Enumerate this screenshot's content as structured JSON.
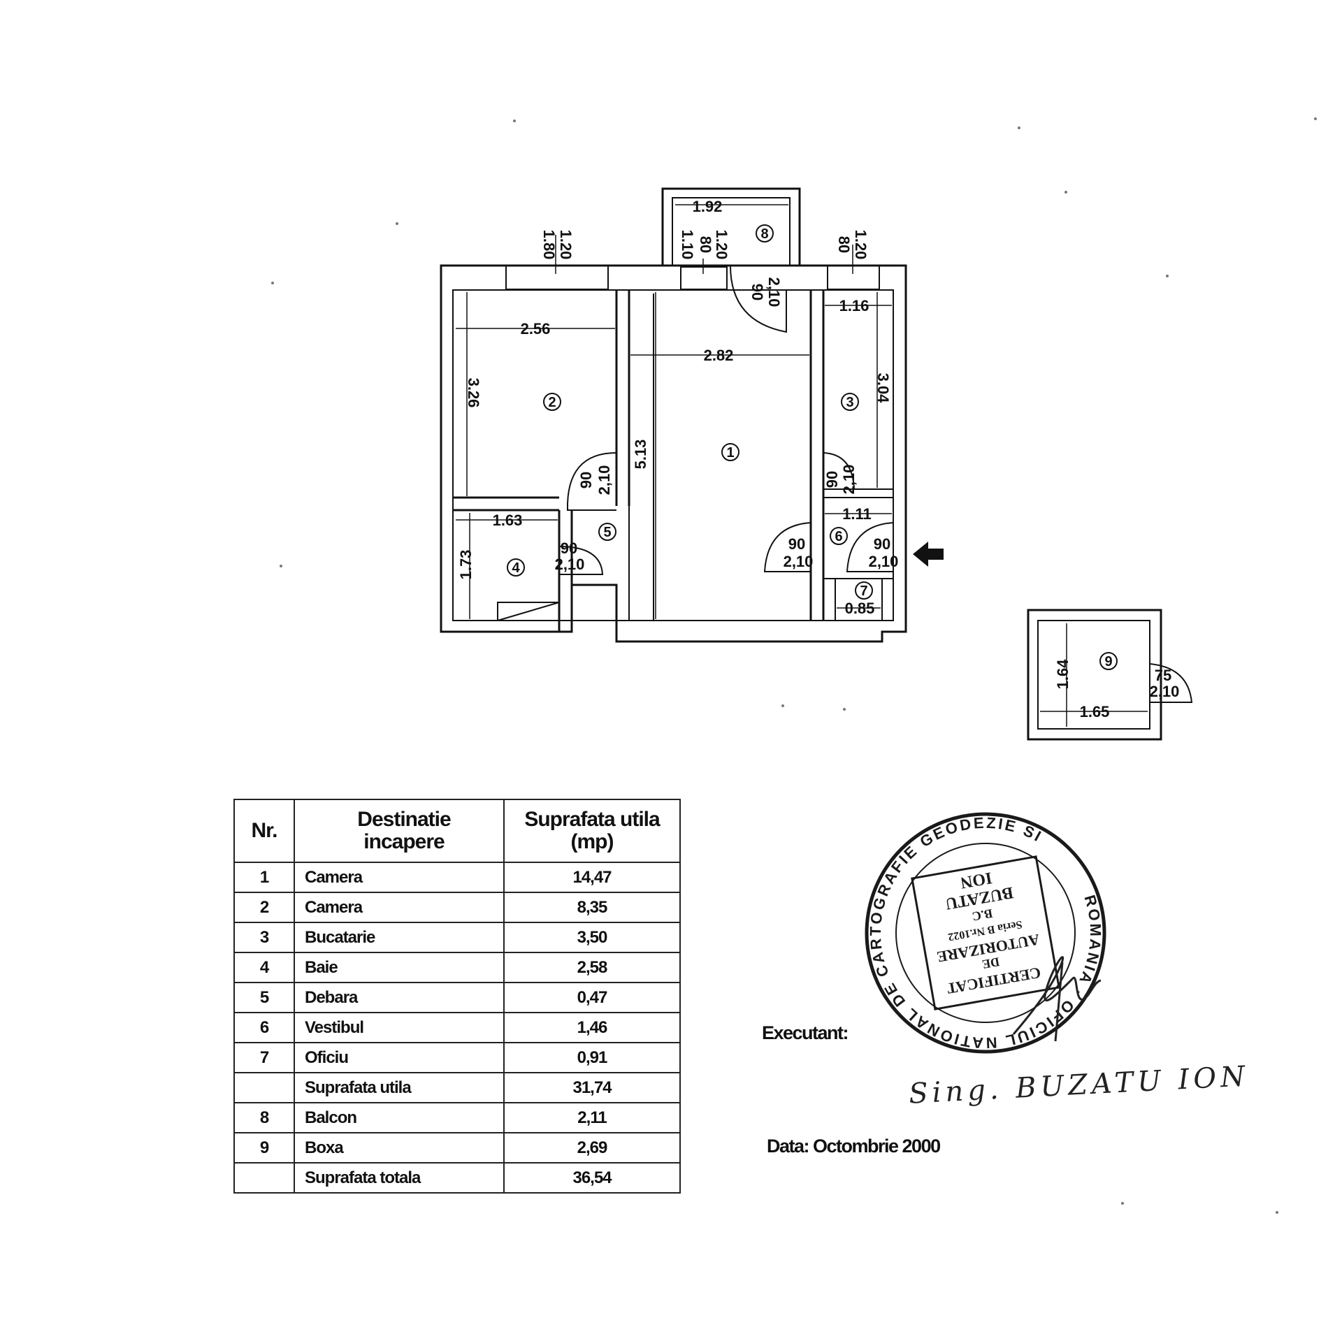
{
  "floor_plan": {
    "dimensions": {
      "balcony_width": "1.92",
      "balcony_depth": "1.10",
      "balcony_door_w": "80",
      "balcony_door_h": "1.20",
      "balcony_swing_w": "90",
      "balcony_swing_h": "2,10",
      "window_left_w": "1.80",
      "window_left_h": "1.20",
      "window_right_w": "80",
      "window_right_h": "1.20",
      "room2_width": "2.56",
      "room2_depth": "3.26",
      "room1_width": "2.82",
      "room1_depth": "5.13",
      "room3_width": "1.16",
      "room3_depth": "3.04",
      "room4_width": "1.63",
      "room4_depth": "1.73",
      "room6_width": "1.11",
      "room7_width": "0.85",
      "room9_depth": "1.64",
      "room9_width": "1.65"
    },
    "doors": {
      "door_room2_w": "90",
      "door_room2_h": "2,10",
      "door_room3_w": "90",
      "door_room3_h": "2,10",
      "door_room4_w": "90",
      "door_room4_h": "2,10",
      "door_room1_w": "90",
      "door_room1_h": "2,10",
      "door_entry_w": "90",
      "door_entry_h": "2,10",
      "door_room9_w": "75",
      "door_room9_h": "2,10"
    },
    "room_markers": [
      "1",
      "2",
      "3",
      "4",
      "5",
      "6",
      "7",
      "8",
      "9"
    ]
  },
  "table": {
    "header": {
      "nr": "Nr.",
      "dest_line1": "Destinatie",
      "dest_line2": "incapere",
      "area_line1": "Suprafata utila",
      "area_line2": "(mp)"
    },
    "rows": [
      {
        "nr": "1",
        "dest": "Camera",
        "area": "14,47"
      },
      {
        "nr": "2",
        "dest": "Camera",
        "area": "8,35"
      },
      {
        "nr": "3",
        "dest": "Bucatarie",
        "area": "3,50"
      },
      {
        "nr": "4",
        "dest": "Baie",
        "area": "2,58"
      },
      {
        "nr": "5",
        "dest": "Debara",
        "area": "0,47"
      },
      {
        "nr": "6",
        "dest": "Vestibul",
        "area": "1,46"
      },
      {
        "nr": "7",
        "dest": "Oficiu",
        "area": "0,91"
      },
      {
        "nr": "",
        "dest": "Suprafata utila",
        "area": "31,74"
      },
      {
        "nr": "8",
        "dest": "Balcon",
        "area": "2,11"
      },
      {
        "nr": "9",
        "dest": "Boxa",
        "area": "2,69"
      },
      {
        "nr": "",
        "dest": "Suprafata totala",
        "area": "36,54"
      }
    ]
  },
  "executant_label": "Executant:",
  "date_label": "Data: Octombrie 2000",
  "signature_text": "Sing. BUZATU ION",
  "stamp": {
    "outer_text": "ROMANIA · OFICIUL NATIONAL DE CARTOGRAFIE GEODEZIE SI",
    "line1": "CERTIFICAT",
    "line2": "DE",
    "line3": "AUTORIZARE",
    "line4": "Seria B Nr.1022",
    "line5": "B.C",
    "line6": "BUZATU",
    "line7": "ION"
  },
  "colors": {
    "ink": "#111111",
    "paper": "#ffffff",
    "stamp_ink": "#1a1a1a"
  }
}
